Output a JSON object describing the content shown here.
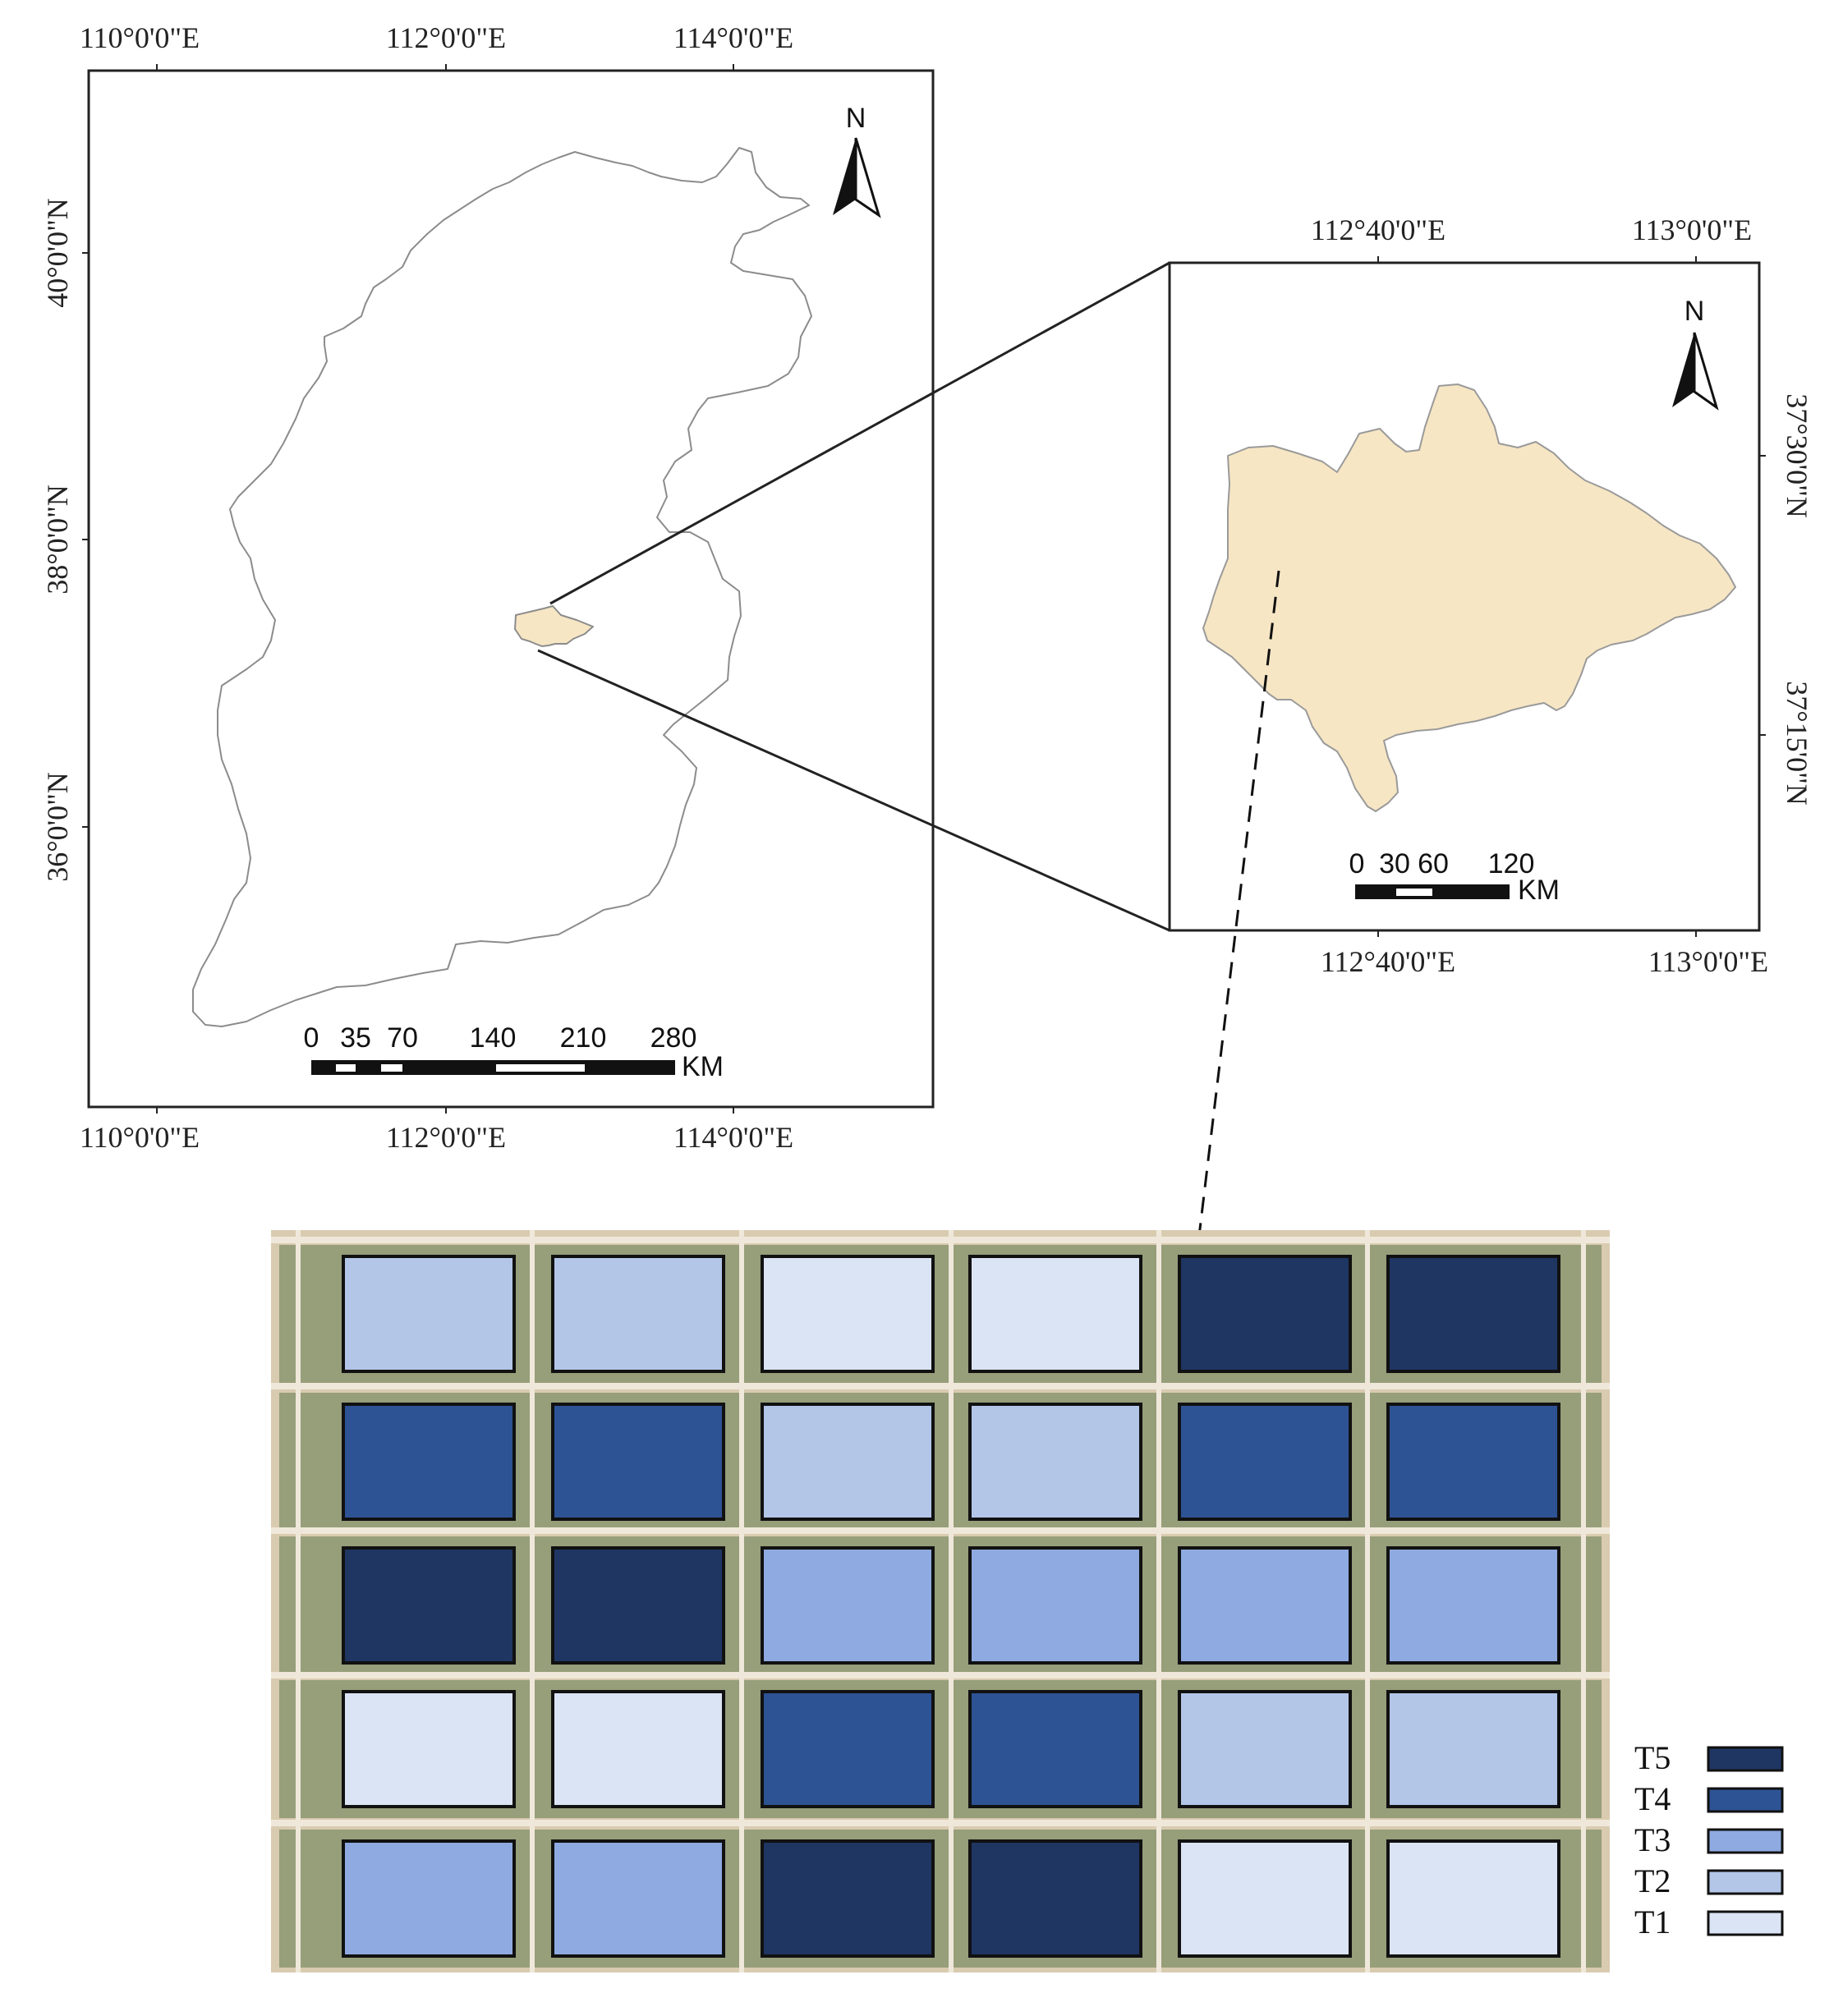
{
  "main_map": {
    "top_ticks": [
      "110°0'0\"E",
      "112°0'0\"E",
      "114°0'0\"E"
    ],
    "bottom_ticks": [
      "110°0'0\"E",
      "112°0'0\"E",
      "114°0'0\"E"
    ],
    "left_ticks": [
      "40°0'0\"N",
      "38°0'0\"N",
      "36°0'0\"N"
    ],
    "north_label": "N",
    "scale_labels": [
      "0",
      "35",
      "70",
      "140",
      "210",
      "280"
    ],
    "scale_unit": "KM"
  },
  "inset_map": {
    "top_ticks": [
      "112°40'0\"E",
      "113°0'0\"E"
    ],
    "bottom_ticks": [
      "112°40'0\"E",
      "113°0'0\"E"
    ],
    "right_ticks": [
      "37°30'0\"N",
      "37°15'0\"N"
    ],
    "north_label": "N",
    "scale_labels": [
      "0",
      "30",
      "60",
      "120"
    ],
    "scale_unit": "KM"
  },
  "colors": {
    "T1": "#dbe4f5",
    "T2": "#b3c6e8",
    "T3": "#8eaae0",
    "T4": "#2e5394",
    "T5": "#1f3663",
    "region_fill": "#f7e6c4"
  },
  "plots": [
    [
      "T2",
      "T2",
      "T1",
      "T1",
      "T5",
      "T5"
    ],
    [
      "T4",
      "T4",
      "T2",
      "T2",
      "T4",
      "T4"
    ],
    [
      "T5",
      "T5",
      "T3",
      "T3",
      "T3",
      "T3"
    ],
    [
      "T1",
      "T1",
      "T4",
      "T4",
      "T2",
      "T2"
    ],
    [
      "T3",
      "T3",
      "T5",
      "T5",
      "T1",
      "T1"
    ]
  ],
  "legend": [
    "T5",
    "T4",
    "T3",
    "T2",
    "T1"
  ]
}
